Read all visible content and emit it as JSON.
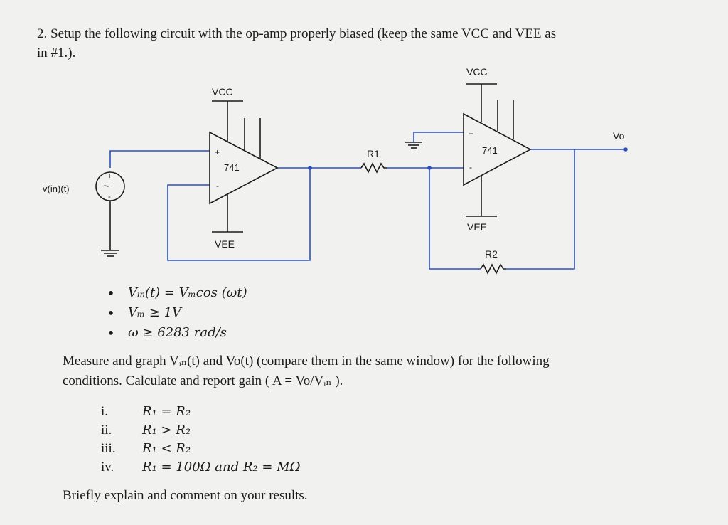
{
  "question": {
    "number": "2.",
    "line1": "Setup the following circuit with the op-amp properly biased (keep the same VCC and VEE as",
    "line2": "in #1.)."
  },
  "circuit": {
    "source_label": "v(in)(t)",
    "opamp1": {
      "label": "741",
      "plus": "+",
      "minus": "-",
      "vcc": "VCC",
      "vee": "VEE"
    },
    "opamp2": {
      "label": "741",
      "plus": "+",
      "minus": "-",
      "vcc": "VCC",
      "vee": "VEE"
    },
    "r1": "R1",
    "r2": "R2",
    "vo": "Vo",
    "source_plus": "+",
    "source_minus": "-",
    "source_tilde": "~",
    "wire_color": "#2b4fc0"
  },
  "bullets": [
    "Vᵢₙ(t) = Vₘcos (ωt)",
    "Vₘ ≥ 1V",
    "ω ≥ 6283 rad/s"
  ],
  "measure": {
    "line1": "Measure and graph Vᵢₙ(t) and Vo(t) (compare them in the same window) for the following",
    "line2": "conditions. Calculate and report gain ( A = Vo/Vᵢₙ )."
  },
  "conditions": [
    {
      "num": "i.",
      "text": "R₁ = R₂"
    },
    {
      "num": "ii.",
      "text": "R₁ > R₂"
    },
    {
      "num": "iii.",
      "text": "R₁ < R₂"
    },
    {
      "num": "iv.",
      "text": "R₁ = 100Ω and R₂ = MΩ"
    }
  ],
  "closing": "Briefly explain and comment on your results."
}
